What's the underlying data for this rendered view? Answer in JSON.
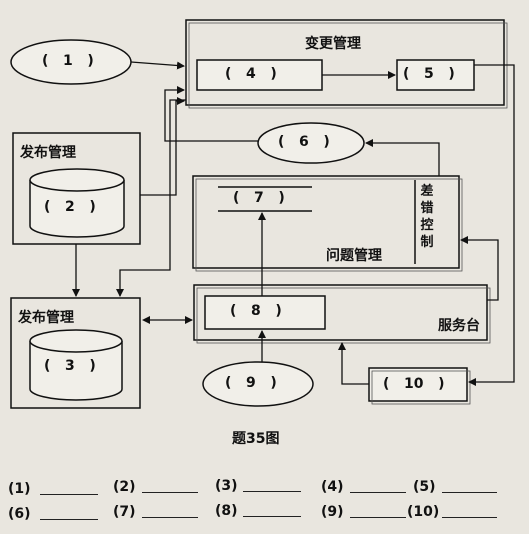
{
  "diagram": {
    "caption": "题35图",
    "containers": {
      "change_mgmt": "变更管理",
      "release_mgmt_top": "发布管理",
      "release_mgmt_bottom": "发布管理",
      "problem_mgmt": "问题管理",
      "service_desk": "服务台",
      "error_control": [
        "差",
        "错",
        "控",
        "制"
      ]
    },
    "blanks": [
      {
        "n": "1",
        "shape": "ellipse"
      },
      {
        "n": "2",
        "shape": "cylinder"
      },
      {
        "n": "3",
        "shape": "cylinder"
      },
      {
        "n": "4",
        "shape": "rect"
      },
      {
        "n": "5",
        "shape": "rect"
      },
      {
        "n": "6",
        "shape": "ellipse"
      },
      {
        "n": "7",
        "shape": "lines"
      },
      {
        "n": "8",
        "shape": "rect"
      },
      {
        "n": "9",
        "shape": "ellipse"
      },
      {
        "n": "10",
        "shape": "rect"
      }
    ]
  },
  "answer_sheet": {
    "items": [
      "(1)",
      "(2)",
      "(3)",
      "(4)",
      "(5)",
      "(6)",
      "(7)",
      "(8)",
      "(9)",
      "(10)"
    ]
  }
}
